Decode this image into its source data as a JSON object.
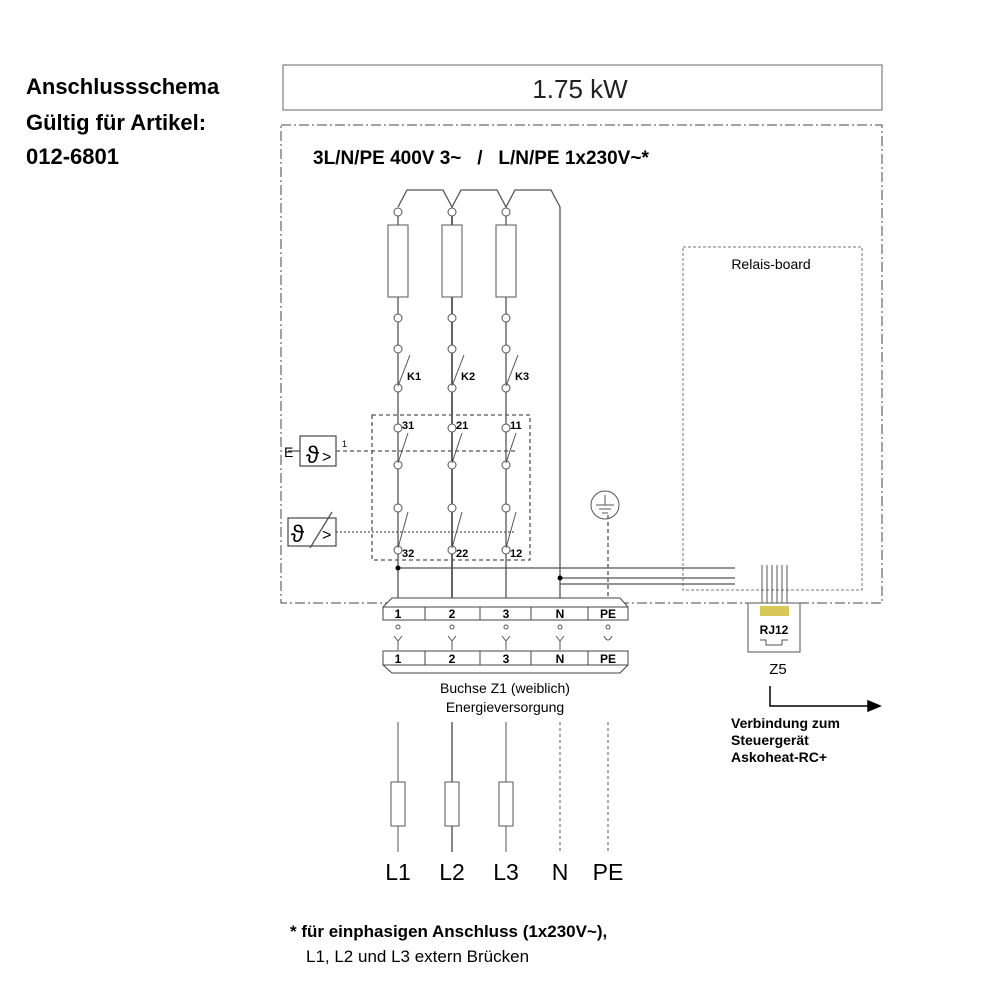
{
  "header": {
    "line1": "Anschlussschema",
    "line2": "Gültig für Artikel:",
    "line3": "012-6801"
  },
  "power_rating": "1.75 kW",
  "supply_title": "3L/N/PE 400V 3~   /   L/N/PE 1x230V~*",
  "relay_board_label": "Relais-board",
  "contactors": [
    "K1",
    "K2",
    "K3"
  ],
  "limiter_terminals_top": [
    "31",
    "21",
    "11"
  ],
  "limiter_terminals_bottom": [
    "32",
    "22",
    "12"
  ],
  "limiter_input_label": "E",
  "limiter_sub_label": "1",
  "thermostat_symbol": "ϑ",
  "terminals": [
    "1",
    "2",
    "3",
    "N",
    "PE"
  ],
  "socket_label": "Buchse Z1 (weiblich)",
  "socket_sublabel": "Energieversorgung",
  "rj12_label": "RJ12",
  "rj12_name": "Z5",
  "connection_text": [
    "Verbindung zum",
    "Steuergerät",
    "Askoheat-RC+"
  ],
  "supply_lines": [
    "L1",
    "L2",
    "L3",
    "N",
    "PE"
  ],
  "footnote": [
    "* für einphasigen Anschluss (1x230V~),",
    "L1, L2 und L3 extern Brücken"
  ]
}
